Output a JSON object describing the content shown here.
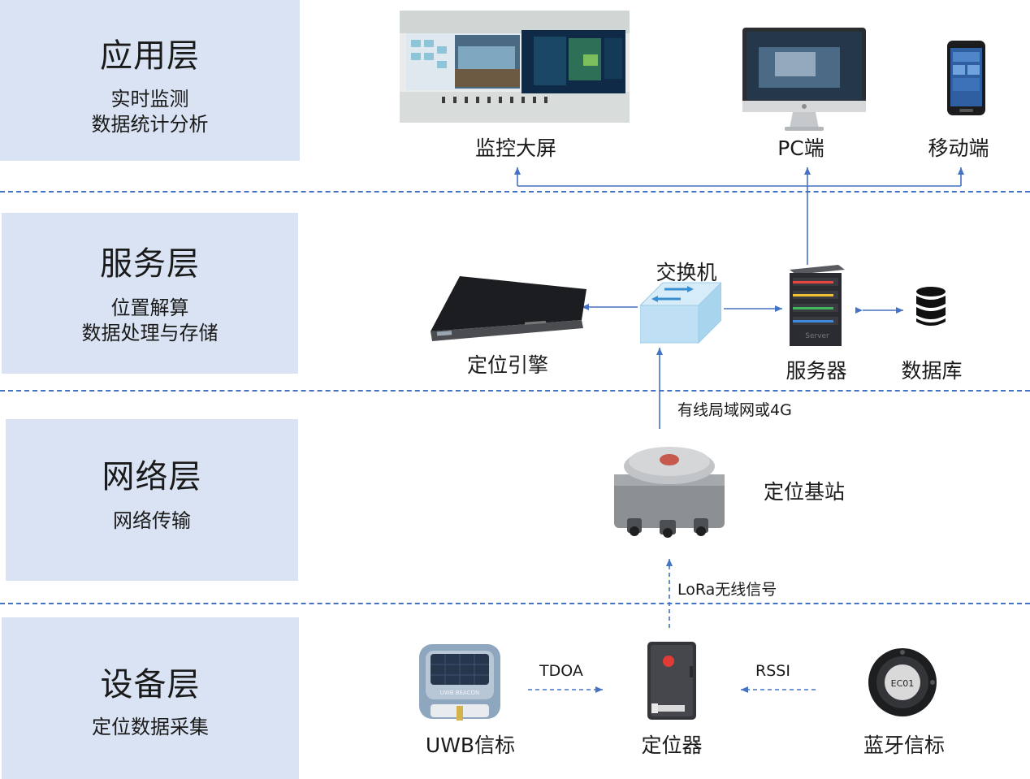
{
  "layers": [
    {
      "title": "应用层",
      "desc": [
        "实时监测",
        "数据统计分析"
      ]
    },
    {
      "title": "服务层",
      "desc": [
        "位置解算",
        "数据处理与存储"
      ]
    },
    {
      "title": "网络层",
      "desc": [
        "网络传输"
      ]
    },
    {
      "title": "设备层",
      "desc": [
        "定位数据采集"
      ]
    }
  ],
  "devices": {
    "monitor_wall": "监控大屏",
    "pc": "PC端",
    "mobile": "移动端",
    "switch": "交换机",
    "engine": "定位引擎",
    "server": "服务器",
    "database": "数据库",
    "base_station": "定位基站",
    "uwb_beacon": "UWB信标",
    "locator": "定位器",
    "ble_beacon": "蓝牙信标"
  },
  "links": {
    "wired": "有线局域网或4G",
    "lora": "LoRa无线信号",
    "tdoa": "TDOA",
    "rssi": "RSSI"
  },
  "device_text": {
    "server_brand": "Server",
    "uwb_brand": "UWB BEACON",
    "ble_code": "EC01"
  },
  "colors": {
    "layer_bg": "#dae3f3",
    "line": "#4472c4"
  }
}
